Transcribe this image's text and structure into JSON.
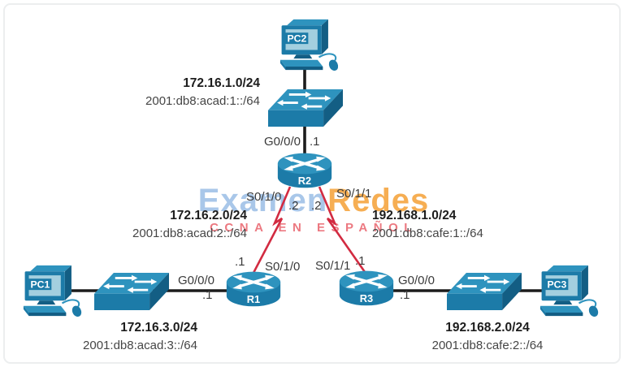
{
  "watermark": {
    "brand_part1": "Examen",
    "brand_part2": "Redes",
    "subtitle": "CCNA EN ESPAÑOL",
    "brand_color1": "#a9c7e9",
    "brand_color2": "#f6ae53",
    "subtitle_color": "#e9626c"
  },
  "devices": {
    "pc1": {
      "label": "PC1"
    },
    "pc2": {
      "label": "PC2"
    },
    "pc3": {
      "label": "PC3"
    },
    "r1": {
      "label": "R1"
    },
    "r2": {
      "label": "R2"
    },
    "r3": {
      "label": "R3"
    }
  },
  "networks": {
    "pc2_lan": {
      "ipv4": "172.16.1.0/24",
      "ipv6": "2001:db8:acad:1::/64"
    },
    "wan_r1_r2": {
      "ipv4": "172.16.2.0/24",
      "ipv6": "2001:db8:acad:2::/64"
    },
    "wan_r2_r3": {
      "ipv4": "192.168.1.0/24",
      "ipv6": "2001:db8:cafe:1::/64"
    },
    "pc1_lan": {
      "ipv4": "172.16.3.0/24",
      "ipv6": "2001:db8:acad:3::/64"
    },
    "pc3_lan": {
      "ipv4": "192.168.2.0/24",
      "ipv6": "2001:db8:cafe:2::/64"
    }
  },
  "interfaces": {
    "r2_g0_0_0": {
      "name": "G0/0/0",
      "host": ".1"
    },
    "r2_s0_1_0": {
      "name": "S0/1/0",
      "host": ".2"
    },
    "r2_s0_1_1": {
      "name": "S0/1/1",
      "host": ".2"
    },
    "r1_s0_1_0": {
      "name": "S0/1/0",
      "host": ".1"
    },
    "r3_s0_1_1": {
      "name": "S0/1/1",
      "host": ".1"
    },
    "r1_g0_0_0": {
      "name": "G0/0/0",
      "host": ".1"
    },
    "r3_g0_0_0": {
      "name": "G0/0/0",
      "host": ".1"
    }
  },
  "link_colors": {
    "ethernet": "#1c1c1c",
    "serial": "#d22b41"
  },
  "device_colors": {
    "top": "#2E93BE",
    "body": "#1C7BA8",
    "shade": "#135E84",
    "screen": "#A3CFDF"
  }
}
